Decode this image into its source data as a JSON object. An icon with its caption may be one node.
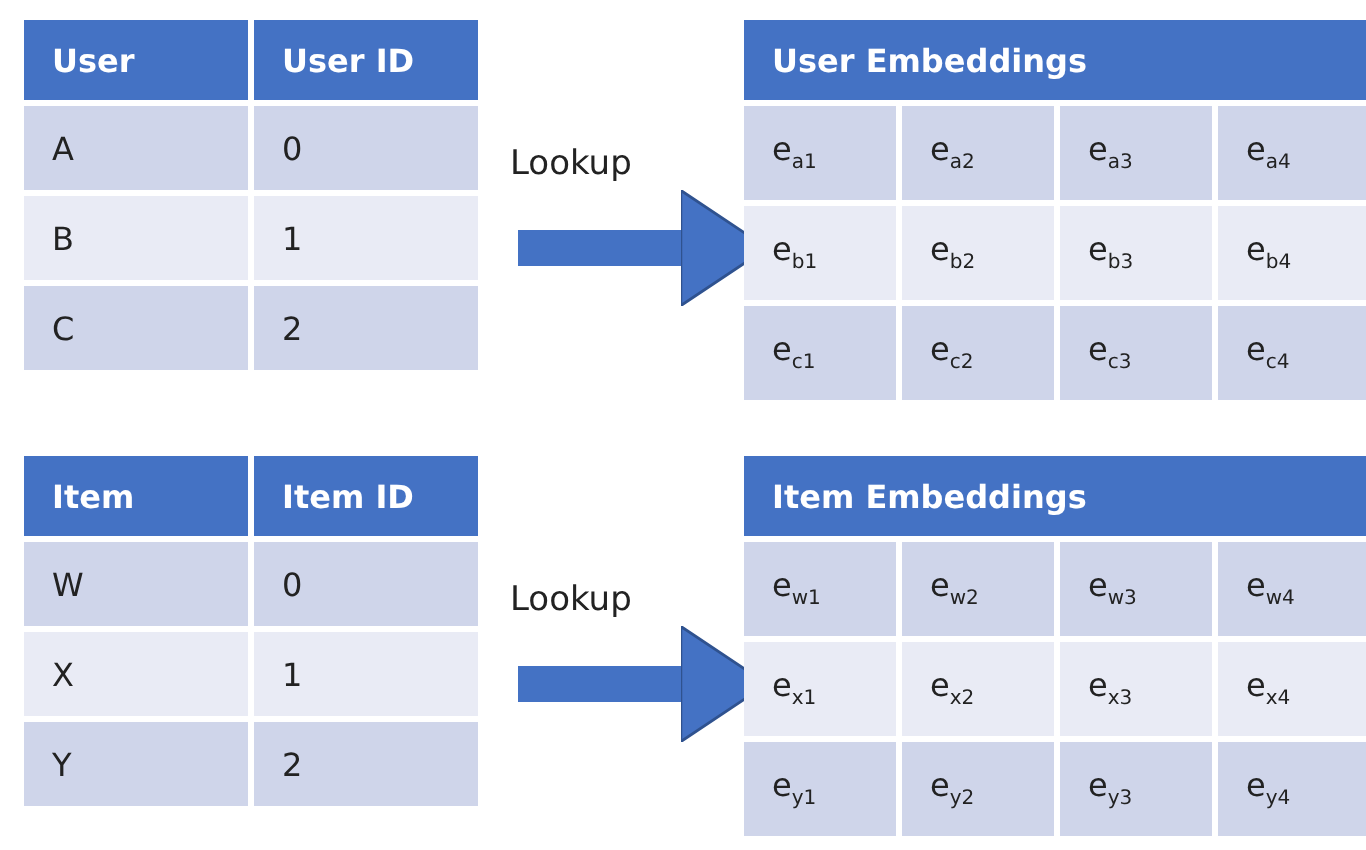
{
  "diagram": {
    "nodes": [
      {
        "text": [
          "User",
          "User ID",
          "A",
          "0",
          "B",
          "1",
          "C",
          "2"
        ]
      },
      {
        "text": [
          "User Embeddings",
          "e$_{a1}$",
          "e$_{a2}$",
          "e$_{a3}$",
          "e$_{a4}$",
          "e$_{b1}$",
          "e$_{b2}$",
          "e$_{b3}$",
          "e$_{b4}$",
          "e$_{c1}$",
          "e$_{c2}$",
          "e$_{c3}$",
          "e$_{c4}$"
        ]
      },
      {
        "text": [
          "Item",
          "Item ID",
          "W",
          "0",
          "X",
          "1",
          "Y",
          "2"
        ]
      },
      {
        "text": [
          "Item Embeddings",
          "e$_{w1}$",
          "e$_{w2}$",
          "e$_{w3}$",
          "e$_{w4}$",
          "e$_{x1}$",
          "e$_{x2}$",
          "e$_{x3}$",
          "e$_{x4}$",
          "e$_{y1}$",
          "e$_{y2}$",
          "e$_{y3}$",
          "e$_{y4}$"
        ]
      }
    ],
    "edges": [
      {
        "from": 0,
        "to": 1,
        "arrow": "to",
        "label": "Lookup"
      },
      {
        "from": 2,
        "to": 3,
        "arrow": "to",
        "label": "Lookup"
      }
    ]
  }
}
